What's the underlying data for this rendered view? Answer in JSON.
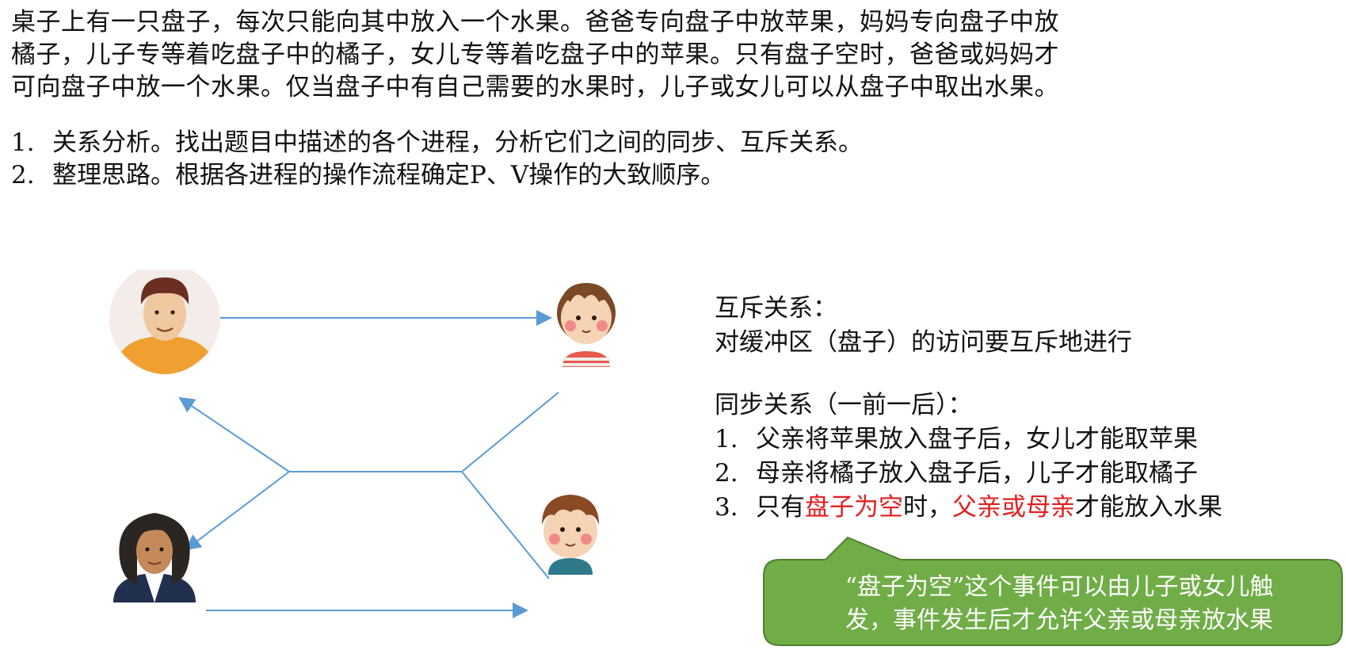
{
  "problem": {
    "line1": "桌子上有一只盘子，每次只能向其中放入一个水果。爸爸专向盘子中放苹果，妈妈专向盘子中放",
    "line2": "橘子，儿子专等着吃盘子中的橘子，女儿专等着吃盘子中的苹果。只有盘子空时，爸爸或妈妈才",
    "line3": "可向盘子中放一个水果。仅当盘子中有自己需要的水果时，儿子或女儿可以从盘子中取出水果。"
  },
  "steps": [
    {
      "num": "1.",
      "text": "关系分析。找出题目中描述的各个进程，分析它们之间的同步、互斥关系。"
    },
    {
      "num": "2.",
      "text": "整理思路。根据各进程的操作流程确定P、V操作的大致顺序。"
    }
  ],
  "relations": {
    "mutex_title": "互斥关系：",
    "mutex_desc": "对缓冲区（盘子）的访问要互斥地进行",
    "sync_title": "同步关系（一前一后）：",
    "items": [
      {
        "num": "1.",
        "text": "父亲将苹果放入盘子后，女儿才能取苹果"
      },
      {
        "num": "2.",
        "text": "母亲将橘子放入盘子后，儿子才能取橘子"
      }
    ],
    "item3": {
      "num": "3.",
      "pre": "只有",
      "red1": "盘子为空",
      "mid": "时，",
      "red2": "父亲或母亲",
      "post": "才能放入水果"
    }
  },
  "callout": {
    "line1": "“盘子为空”这个事件可以由儿子或女儿触",
    "line2": "发，事件发生后才允许父亲或母亲放水果"
  },
  "colors": {
    "arrow": "#5b9bd5",
    "callout_fill": "#70ad47",
    "callout_stroke": "#4e7f30",
    "highlight": "#e02020"
  },
  "icons": {
    "father": "father-avatar",
    "mother": "mother-avatar",
    "daughter": "daughter-avatar",
    "son": "son-avatar"
  }
}
